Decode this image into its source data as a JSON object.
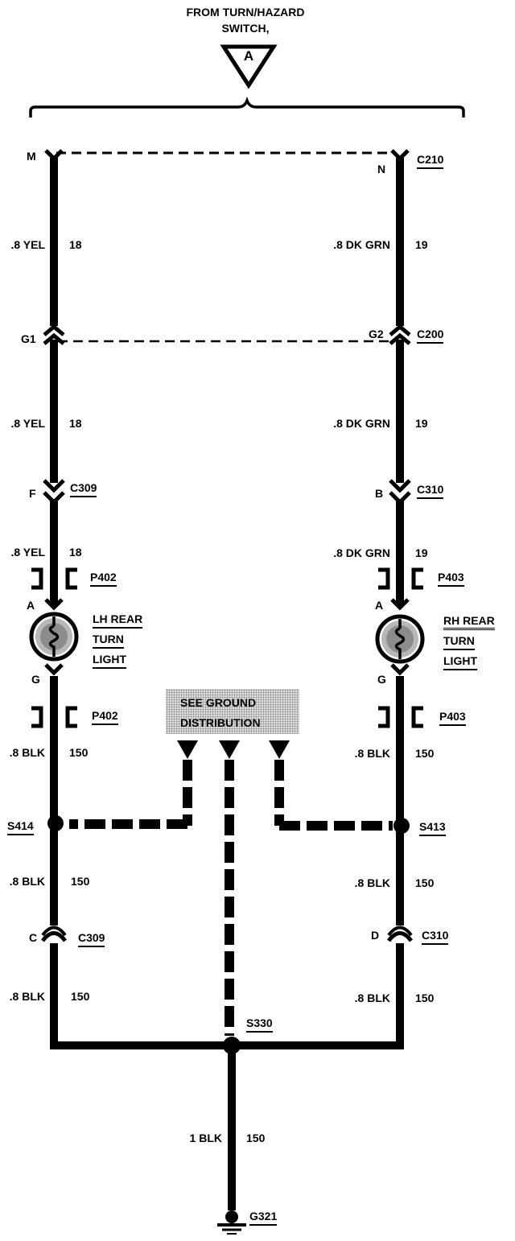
{
  "header": {
    "source_line1": "FROM TURN/HAZARD",
    "source_line2": "SWITCH,",
    "source_ref": "A"
  },
  "connectors": {
    "c210": "C210",
    "c200": "C200",
    "c309_top": "C309",
    "c310_top": "C310",
    "c309_bottom": "C309",
    "c310_bottom": "C310"
  },
  "pins": {
    "m": "M",
    "n": "N",
    "g1": "G1",
    "g2": "G2",
    "f": "F",
    "b": "B",
    "left_lamp_a": "A",
    "right_lamp_a": "A",
    "left_lamp_g": "G",
    "right_lamp_g": "G",
    "c": "C",
    "d": "D"
  },
  "wires": {
    "left_1": {
      "size_color": ".8 YEL",
      "circuit": "18"
    },
    "right_1": {
      "size_color": ".8 DK GRN",
      "circuit": "19"
    },
    "left_2": {
      "size_color": ".8 YEL",
      "circuit": "18"
    },
    "right_2": {
      "size_color": ".8 DK GRN",
      "circuit": "19"
    },
    "left_3": {
      "size_color": ".8 YEL",
      "circuit": "18"
    },
    "right_3": {
      "size_color": ".8 DK GRN",
      "circuit": "19"
    },
    "left_4": {
      "size_color": ".8 BLK",
      "circuit": "150"
    },
    "right_4": {
      "size_color": ".8 BLK",
      "circuit": "150"
    },
    "left_5": {
      "size_color": ".8 BLK",
      "circuit": "150"
    },
    "right_5": {
      "size_color": ".8 BLK",
      "circuit": "150"
    },
    "left_6": {
      "size_color": ".8 BLK",
      "circuit": "150"
    },
    "right_6": {
      "size_color": ".8 BLK",
      "circuit": "150"
    },
    "ground": {
      "size_color": "1 BLK",
      "circuit": "150"
    }
  },
  "plugs": {
    "p402_upper": "P402",
    "p403_upper": "P403",
    "p402_lower": "P402",
    "p403_lower": "P403"
  },
  "lamps": {
    "left": {
      "line1": "LH REAR",
      "line2": "TURN",
      "line3": "LIGHT"
    },
    "right": {
      "line1": "RH REAR",
      "line2": "TURN",
      "line3": "LIGHT"
    }
  },
  "splices": {
    "s414": "S414",
    "s413": "S413",
    "s330": "S330"
  },
  "ground_ref": {
    "line1": "SEE GROUND",
    "line2": "DISTRIBUTION"
  },
  "ground_point": "G321"
}
